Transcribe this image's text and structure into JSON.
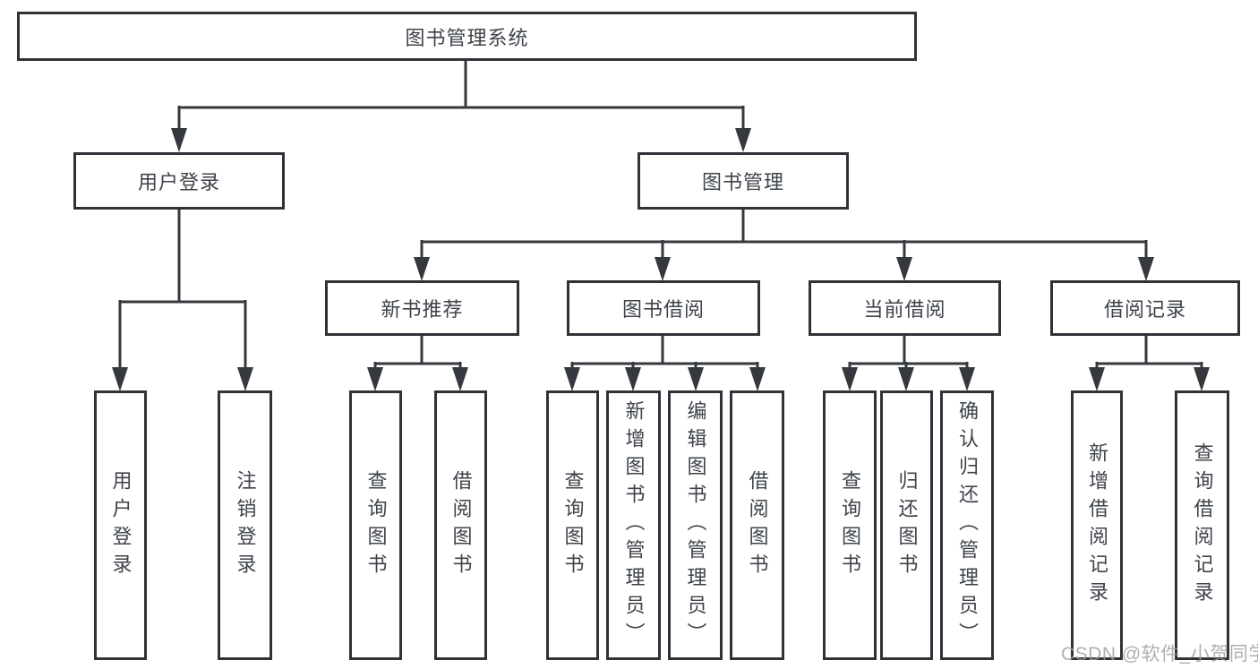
{
  "diagram": {
    "type": "hierarchy-tree",
    "title": "图书管理系统",
    "root": {
      "label": "图书管理系统",
      "children": [
        {
          "label": "用户登录",
          "children": [
            {
              "label": "用户登录"
            },
            {
              "label": "注销登录"
            }
          ]
        },
        {
          "label": "图书管理",
          "children": [
            {
              "label": "新书推荐",
              "children": [
                {
                  "label": "查询图书"
                },
                {
                  "label": "借阅图书"
                }
              ]
            },
            {
              "label": "图书借阅",
              "children": [
                {
                  "label": "查询图书"
                },
                {
                  "label": "新增图书（管理员）"
                },
                {
                  "label": "编辑图书（管理员）"
                },
                {
                  "label": "借阅图书"
                }
              ]
            },
            {
              "label": "当前借阅",
              "children": [
                {
                  "label": "查询图书"
                },
                {
                  "label": "归还图书"
                },
                {
                  "label": "确认归还（管理员）"
                }
              ]
            },
            {
              "label": "借阅记录",
              "children": [
                {
                  "label": "新增借阅记录"
                },
                {
                  "label": "查询借阅记录"
                }
              ]
            }
          ]
        }
      ]
    }
  },
  "watermark": {
    "text": "CSDN @软件_小贺同学"
  },
  "colors": {
    "line": "#35393e",
    "box_border": "#2f3338",
    "text": "#3e434a",
    "watermark": "#9c9c9c",
    "background": "#ffffff"
  }
}
